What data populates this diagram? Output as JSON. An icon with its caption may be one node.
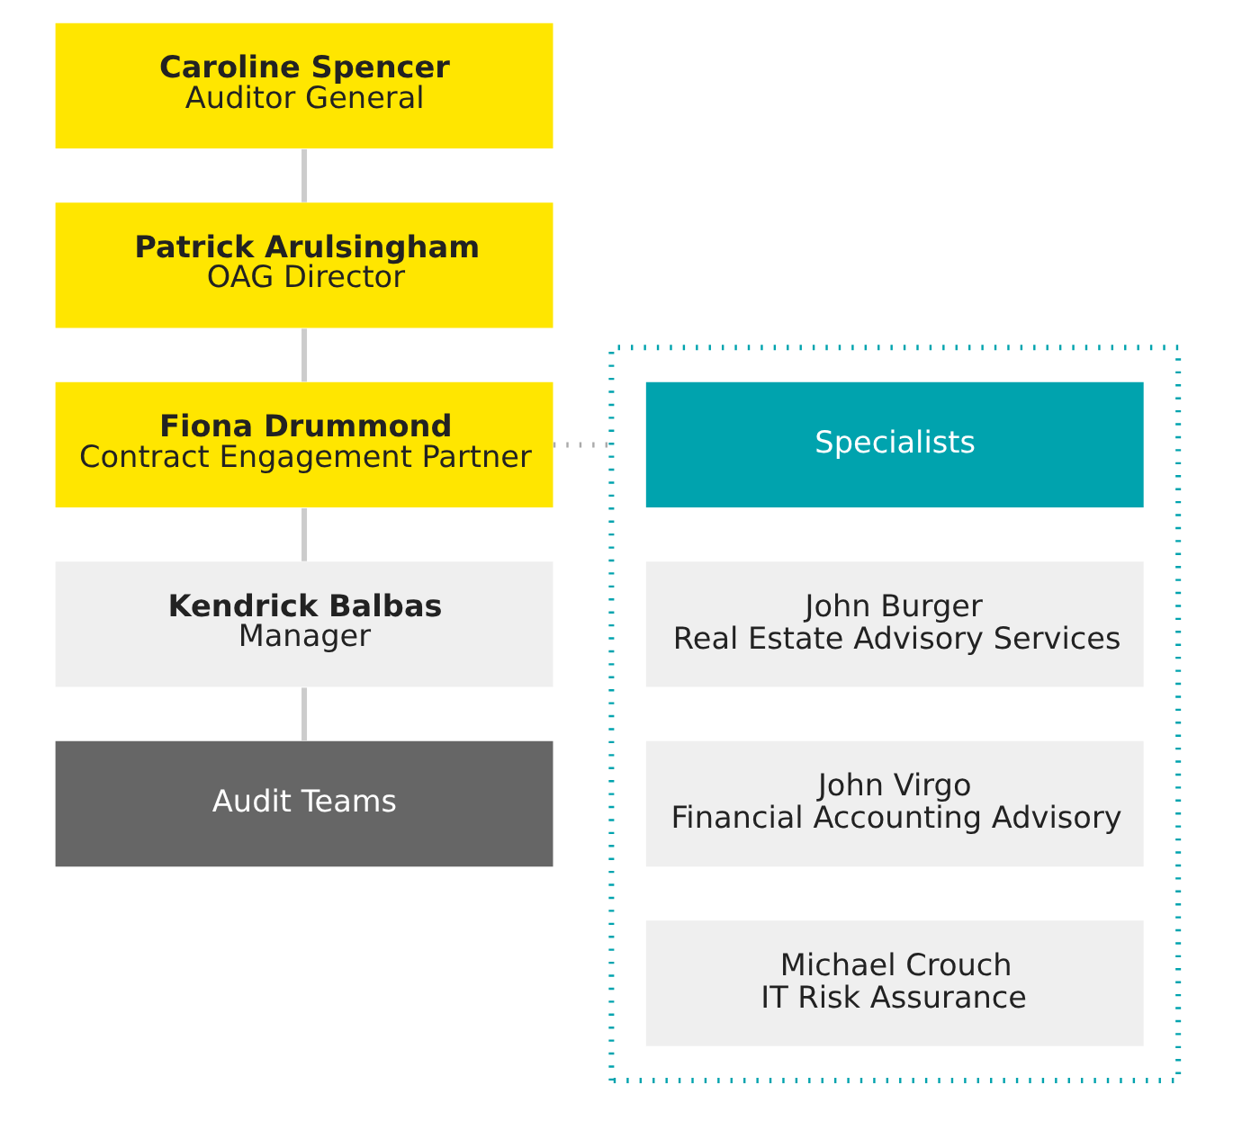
{
  "diagram": {
    "nodes": [
      {
        "text": [
          "Caroline Spencer",
          "Auditor General"
        ]
      },
      {
        "text": [
          "Patrick Arulsingham",
          "OAG Director"
        ]
      },
      {
        "text": [
          "Fiona Drummond",
          "Contract Engagement Partner"
        ]
      },
      {
        "text": [
          "Kendrick Balbas",
          "Manager"
        ]
      },
      {
        "text": [
          "Audit Teams"
        ]
      },
      {
        "text": [],
        "shape": "box"
      },
      {
        "text": [
          "Specialists"
        ],
        "in": 5
      },
      {
        "text": [
          "John Burger",
          "Real Estate Advisory Services"
        ],
        "in": 5
      },
      {
        "text": [
          "John Virgo",
          "Financial Accounting Advisory"
        ],
        "in": 5
      },
      {
        "text": [
          "Michael Crouch",
          "IT Risk Assurance"
        ],
        "in": 5
      }
    ],
    "edges": [
      {
        "from": 0,
        "to": 1,
        "arrow": "none"
      },
      {
        "from": 1,
        "to": 2,
        "arrow": "none"
      },
      {
        "from": 2,
        "to": 3,
        "arrow": "none"
      },
      {
        "from": 3,
        "to": 4,
        "arrow": "none"
      },
      {
        "from": 2,
        "to": 5,
        "arrow": "none",
        "style": "dashed",
        "color": "#aaaaaa"
      }
    ]
  }
}
